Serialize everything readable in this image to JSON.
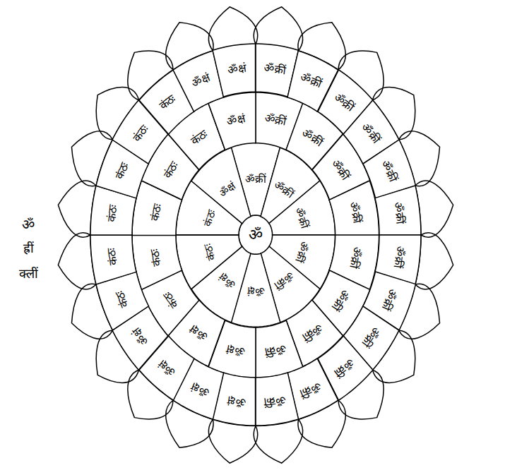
{
  "diagram": {
    "nodes": [
      {
        "text": [
          "ॐ"
        ]
      },
      {
        "text": [
          "ॐक्रीं"
        ]
      },
      {
        "text": [
          "ॐक्रीं"
        ]
      },
      {
        "text": [
          "ॐक्रीं"
        ]
      },
      {
        "text": [
          "ॐक्रीं"
        ]
      },
      {
        "text": [
          "ॐक्रीं"
        ]
      },
      {
        "text": [
          "ॐक्षं"
        ]
      },
      {
        "text": [
          "ॐक्षं"
        ]
      },
      {
        "text": [
          "कंठः"
        ]
      },
      {
        "text": [
          "कंठः"
        ]
      },
      {
        "text": [
          "ॐक्षं"
        ]
      },
      {
        "text": [
          "ॐक्रीं"
        ]
      },
      {
        "text": [
          "ॐक्रीं"
        ]
      },
      {
        "text": [
          "ॐक्रीं"
        ]
      },
      {
        "text": [
          "ॐक्रीं"
        ]
      },
      {
        "text": [
          "ॐक्रीं"
        ]
      },
      {
        "text": [
          "ॐक्रीं"
        ]
      },
      {
        "text": [
          "ॐक्रीं"
        ]
      },
      {
        "text": [
          "ॐक्रीं"
        ]
      },
      {
        "text": [
          "ॐक्षं"
        ]
      },
      {
        "text": [
          "ॐक्षं"
        ]
      },
      {
        "text": [
          "कंठः"
        ]
      },
      {
        "text": [
          "कंठः"
        ]
      },
      {
        "text": [
          "कंठः"
        ]
      },
      {
        "text": [
          "कंठः"
        ]
      },
      {
        "text": [
          "कंठः"
        ]
      },
      {
        "text": [
          "ॐक्षं"
        ]
      },
      {
        "text": [
          "ॐक्रीं"
        ]
      },
      {
        "text": [
          "ॐक्रीं"
        ]
      },
      {
        "text": [
          "ॐक्रीं"
        ]
      },
      {
        "text": [
          "ॐक्रीं"
        ]
      },
      {
        "text": [
          "ॐक्रीं"
        ]
      },
      {
        "text": [
          "ॐक्रीं"
        ]
      },
      {
        "text": [
          "ॐक्रीं"
        ]
      },
      {
        "text": [
          "ॐक्रीं"
        ]
      },
      {
        "text": [
          "ॐक्रीं"
        ]
      },
      {
        "text": [
          "ॐक्रीं"
        ]
      },
      {
        "text": [
          "ॐक्रीं"
        ]
      },
      {
        "text": [
          "ॐक्रीं"
        ]
      },
      {
        "text": [
          "ॐक्षं"
        ]
      },
      {
        "text": [
          "ॐक्षं"
        ]
      },
      {
        "text": [
          "ॐक्षं"
        ]
      },
      {
        "text": [
          "ॐक्षं"
        ]
      },
      {
        "text": [
          "कंठः"
        ]
      },
      {
        "text": [
          "कंठः"
        ]
      },
      {
        "text": [
          "कंठः"
        ]
      },
      {
        "text": [
          "कंठः"
        ]
      },
      {
        "text": [
          "कंठः"
        ]
      },
      {
        "text": [
          "कंठः"
        ]
      },
      {
        "text": [
          "ॐक्षं"
        ]
      },
      {
        "text": [
          "ॐक्षं"
        ]
      }
    ],
    "labels": [
      "ॐ",
      "ह्रीं",
      "क्लीं"
    ]
  }
}
